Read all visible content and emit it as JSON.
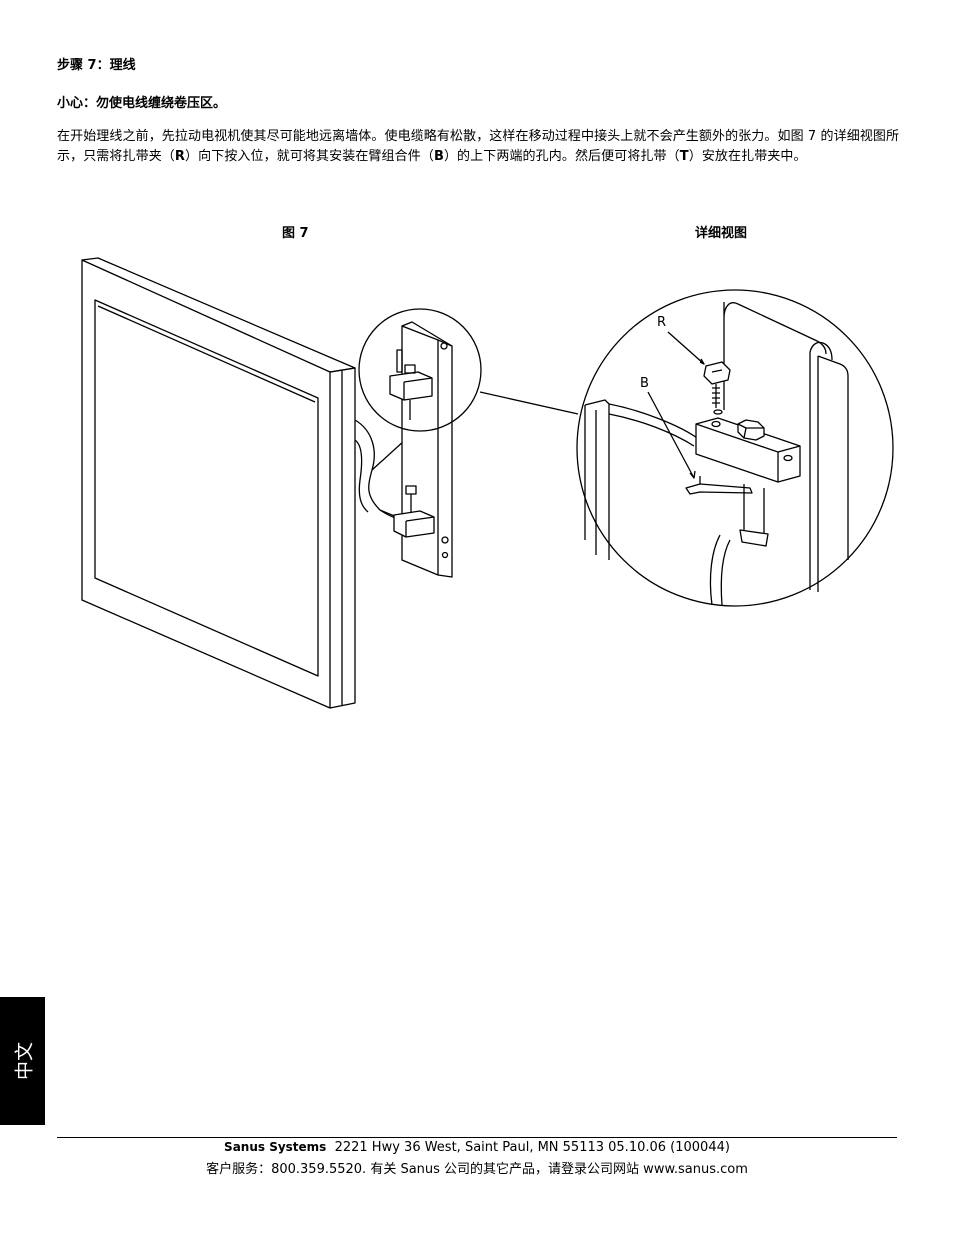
{
  "step": {
    "title": "步骤 7：理线"
  },
  "caution": {
    "text": "小心：勿使电线缠绕卷压区。"
  },
  "body": {
    "part1": "在开始理线之前，先拉动电视机使其尽可能地远离墙体。使电缆略有松散，这样在移动过程中接头上就不会产生额外的张力。如图 7 的详细视图所示，只需将扎带夹（",
    "r": "R",
    "part2": "）向下按入位，就可将其安装在臂组合件（",
    "b": "B",
    "part3": "）的上下两端的孔内。然后便可将扎带（",
    "t": "T",
    "part4": "）安放在扎带夹中。"
  },
  "figure": {
    "label": "图 7",
    "detail_label": "详细视图",
    "callout_r": "R",
    "callout_b": "B"
  },
  "side_tab": {
    "text": "中文"
  },
  "footer": {
    "brand": "Sanus Systems",
    "address": "2221 Hwy 36 West, Saint Paul, MN 55113  05.10.06 (100044)",
    "service": "客户服务：800.359.5520. 有关 Sanus 公司的其它产品，请登录公司网站 www.sanus.com"
  }
}
